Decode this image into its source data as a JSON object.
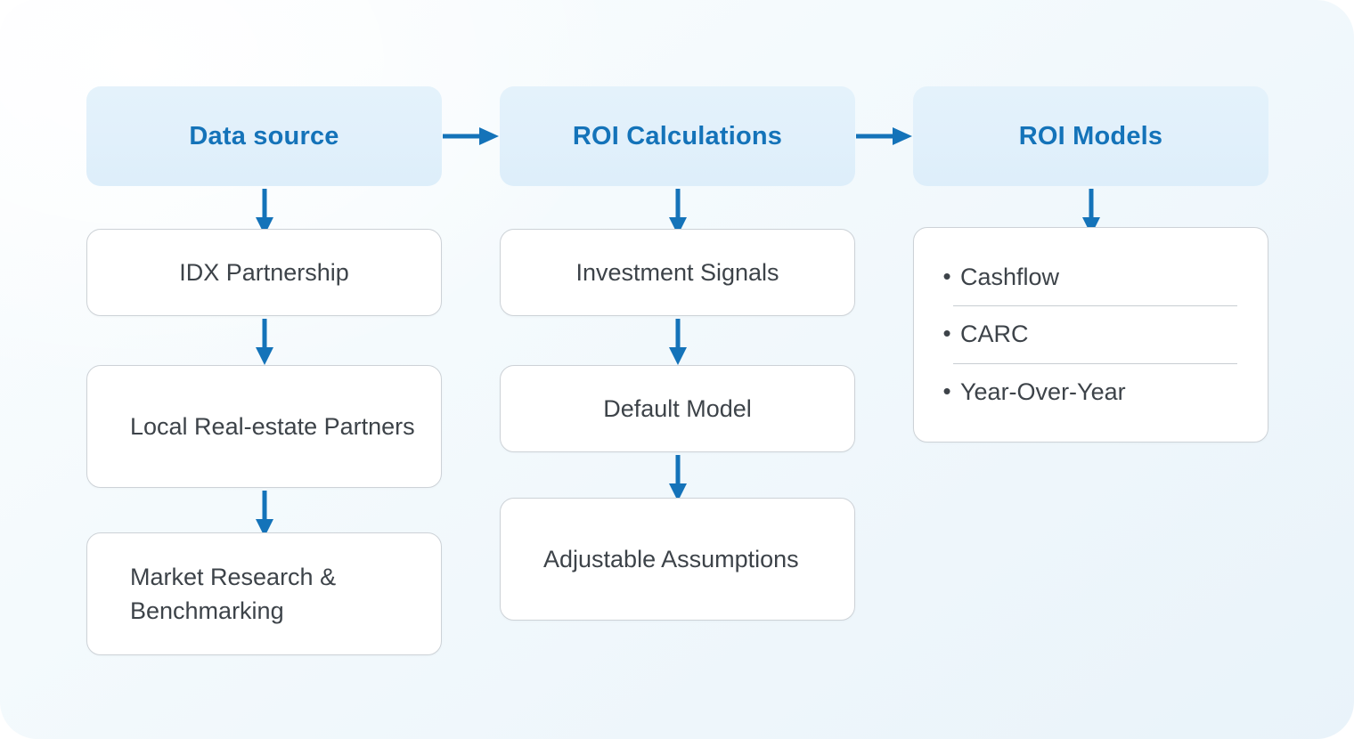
{
  "theme": {
    "accent_blue": "#1473b9",
    "header_fill": "#e1f0fb",
    "card_border": "#cdd2d7",
    "body_text": "#3d4349",
    "page_background": "#eef6fb"
  },
  "columns": [
    {
      "id": "data-source",
      "header": "Data source",
      "cards": [
        {
          "label": "IDX Partnership",
          "align": "center",
          "lines": 1
        },
        {
          "label": "Local Real-estate Partners",
          "align": "left",
          "lines": 2
        },
        {
          "label": "Market Research & Benchmarking",
          "align": "left",
          "lines": 2
        }
      ]
    },
    {
      "id": "roi-calculations",
      "header": "ROI Calculations",
      "cards": [
        {
          "label": "Investment Signals",
          "align": "center",
          "lines": 1
        },
        {
          "label": "Default Model",
          "align": "center",
          "lines": 1
        },
        {
          "label": "Adjustable Assumptions",
          "align": "left",
          "lines": 2
        }
      ]
    },
    {
      "id": "roi-models",
      "header": "ROI Models",
      "list": [
        "Cashflow",
        "CARC",
        "Year-Over-Year"
      ]
    }
  ],
  "connectors": {
    "horizontal": [
      {
        "from": "data-source",
        "to": "roi-calculations",
        "icon": "arrow-right-icon"
      },
      {
        "from": "roi-calculations",
        "to": "roi-models",
        "icon": "arrow-right-icon"
      }
    ],
    "vertical_icon": "arrow-down-icon"
  },
  "bullet_glyph": "•"
}
